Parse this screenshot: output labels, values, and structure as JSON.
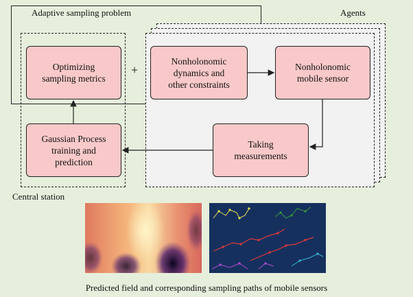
{
  "labels": {
    "adaptive_problem": "Adaptive sampling problem",
    "agents": "Agents",
    "central_station": "Central station",
    "plus": "+",
    "caption": "Predicted field and corresponding sampling paths of mobile sensors"
  },
  "nodes": {
    "optimizing": "Optimizing\nsampling metrics",
    "nonholonomic_dynamics": "Nonholonomic\ndynamics and\nother constraints",
    "mobile_sensor": "Nonholonomic\nmobile sensor",
    "taking_measurements": "Taking\nmeasurements",
    "gaussian_process": "Gaussian Process\ntraining and\nprediction"
  },
  "colors": {
    "background": "#e6efdc",
    "node_fill": "#f9c9c9",
    "agents_fill": "#f2f2f2"
  }
}
